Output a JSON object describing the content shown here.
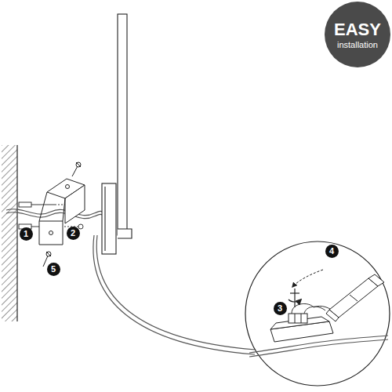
{
  "diagram": {
    "nodes": [
      {
        "text": [
          "EASY",
          "installation"
        ]
      }
    ],
    "labels": [
      "1",
      "2",
      "3",
      "4",
      "5"
    ]
  }
}
